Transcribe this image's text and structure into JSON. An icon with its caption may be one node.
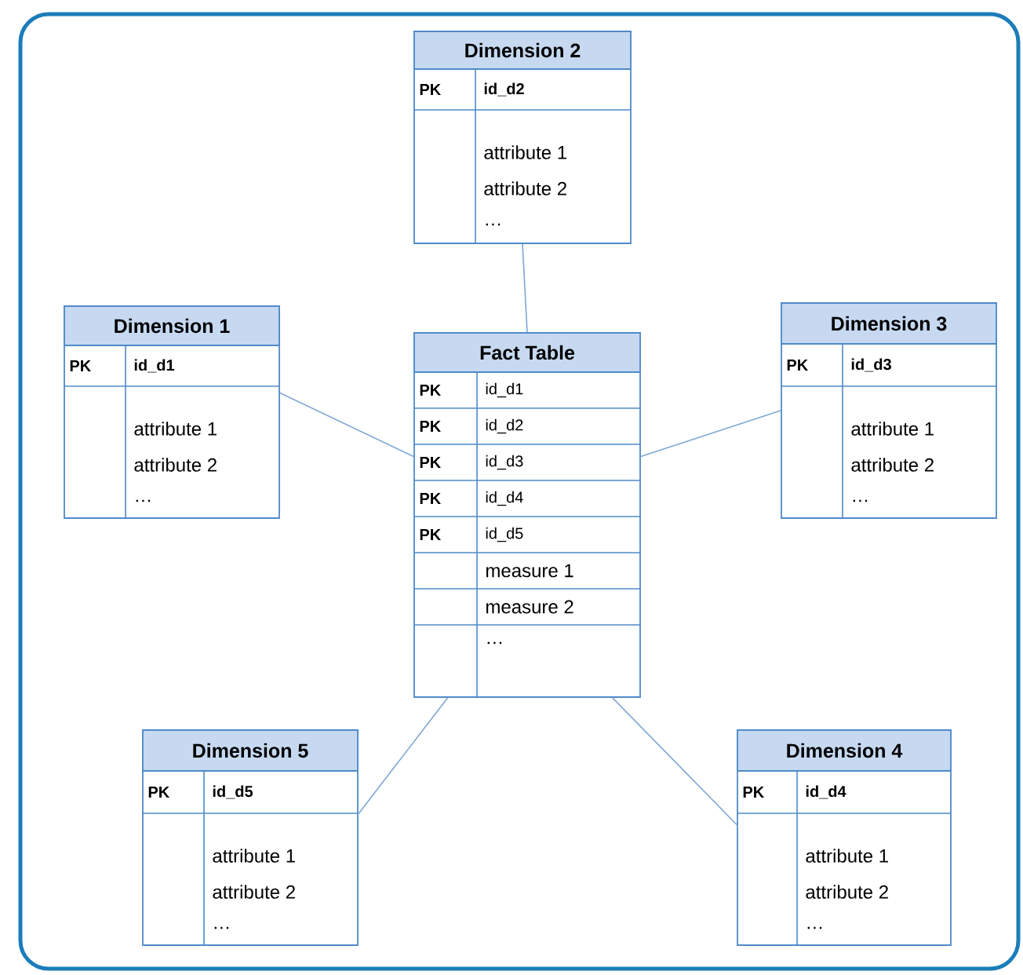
{
  "diagram": {
    "nodes": [
      {
        "text": [
          "Dimension 2",
          "PK",
          "id_d2",
          "attribute 1",
          "attribute 2",
          "…"
        ]
      },
      {
        "text": [
          "Dimension 1",
          "PK",
          "id_d1",
          "attribute 1",
          "attribute 2",
          "…"
        ]
      },
      {
        "text": [
          "Fact Table",
          "PK",
          "id_d1",
          "PK",
          "id_d2",
          "PK",
          "id_d3",
          "PK",
          "id_d4",
          "PK",
          "id_d5",
          "measure 1",
          "measure 2",
          "…"
        ]
      },
      {
        "text": [
          "Dimension 3",
          "PK",
          "id_d3",
          "attribute 1",
          "attribute 2",
          "…"
        ]
      },
      {
        "text": [
          "Dimension 5",
          "PK",
          "id_d5",
          "attribute 1",
          "attribute 2",
          "…"
        ]
      },
      {
        "text": [
          "Dimension 4",
          "PK",
          "id_d4",
          "attribute 1",
          "attribute 2",
          "…"
        ]
      }
    ],
    "edges": [
      {
        "from": 0,
        "to": 2,
        "arrow": "none"
      },
      {
        "from": 1,
        "to": 2,
        "arrow": "none"
      },
      {
        "from": 3,
        "to": 2,
        "arrow": "none"
      },
      {
        "from": 4,
        "to": 2,
        "arrow": "none"
      },
      {
        "from": 5,
        "to": 2,
        "arrow": "none"
      }
    ]
  }
}
